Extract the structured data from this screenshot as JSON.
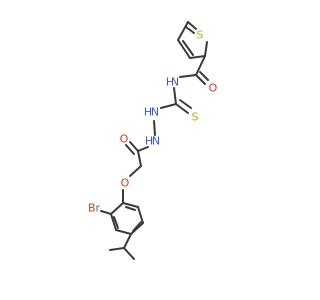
{
  "structure": {
    "atoms": [
      {
        "id": "s_thio",
        "label": "S",
        "color": "#c8a800"
      },
      {
        "id": "o_amide",
        "label": "O",
        "color": "#e8311f"
      },
      {
        "id": "nh_amide",
        "label": "H",
        "color": "#3b55d9"
      },
      {
        "id": "n_amide",
        "label": "N",
        "color": "#3b55d9"
      },
      {
        "id": "s_thione",
        "label": "S",
        "color": "#c8a800"
      },
      {
        "id": "nh_a",
        "label": "H",
        "color": "#3b55d9"
      },
      {
        "id": "n_a",
        "label": "N",
        "color": "#3b55d9"
      },
      {
        "id": "nh_b",
        "label": "H",
        "color": "#3b55d9"
      },
      {
        "id": "n_b",
        "label": "N",
        "color": "#3b55d9"
      },
      {
        "id": "o_hydrazide",
        "label": "O",
        "color": "#e8311f"
      },
      {
        "id": "o_ether",
        "label": "O",
        "color": "#e8311f"
      },
      {
        "id": "br",
        "label": "Br",
        "color": "#a0522d"
      }
    ]
  }
}
